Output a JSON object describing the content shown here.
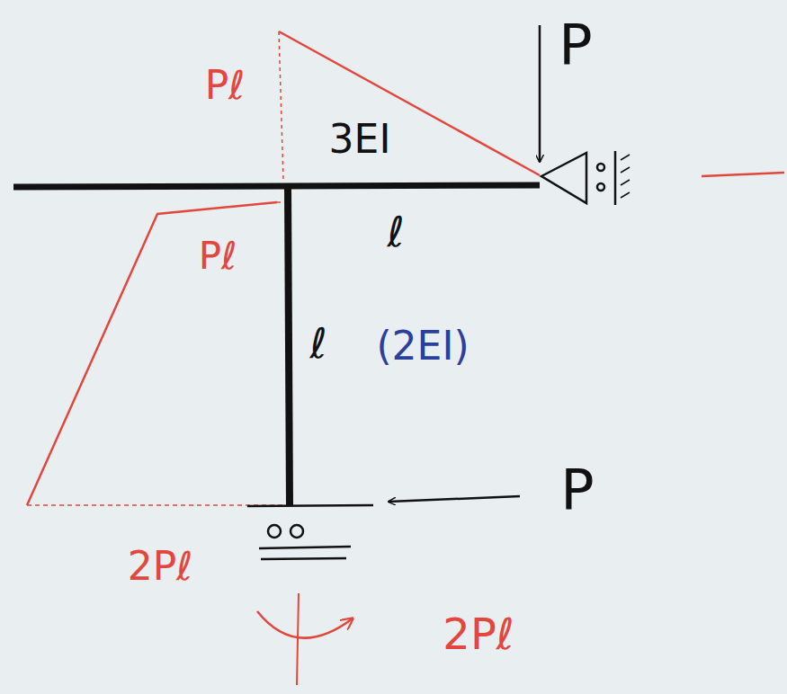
{
  "diagram": {
    "labels": [
      "P",
      "Pℓ",
      "3EI",
      "Pℓ",
      "ℓ",
      "ℓ",
      "(2EI)",
      "P",
      "2Pℓ",
      "2Pℓ"
    ]
  }
}
